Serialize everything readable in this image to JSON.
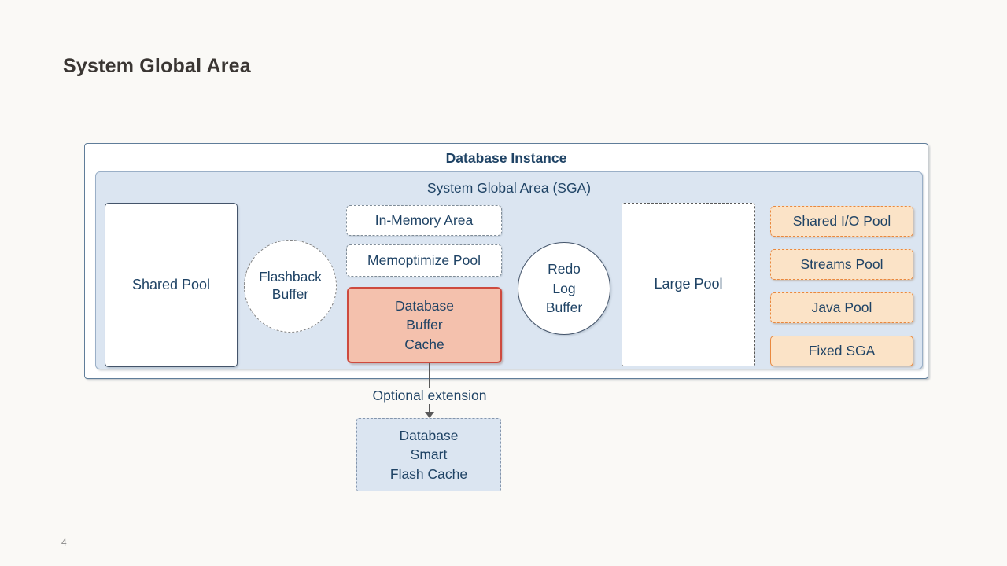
{
  "slide": {
    "title": "System Global Area",
    "page_number": "4",
    "background_color": "#FAF9F6"
  },
  "diagram": {
    "outer_label": "Database Instance",
    "sga_label": "System Global Area (SGA)",
    "nodes": {
      "shared_pool": {
        "label": "Shared Pool",
        "shape": "rect-solid"
      },
      "flashback_buffer": {
        "label": "Flashback\nBuffer",
        "shape": "circle-dashed"
      },
      "in_memory_area": {
        "label": "In-Memory Area",
        "shape": "rect-dashed"
      },
      "memoptimize_pool": {
        "label": "Memoptimize Pool",
        "shape": "rect-dashed"
      },
      "database_buffer_cache": {
        "label": "Database\nBuffer\nCache",
        "shape": "rect-solid",
        "fill": "#F4C1AD",
        "border": "#CE4A3E"
      },
      "redo_log_buffer": {
        "label": "Redo\nLog\nBuffer",
        "shape": "circle-solid"
      },
      "large_pool": {
        "label": "Large Pool",
        "shape": "rect-dashed"
      },
      "flash_cache": {
        "label": "Database\nSmart\nFlash Cache",
        "shape": "rect-dashed",
        "fill": "#DBE5F1"
      }
    },
    "side_pools": [
      {
        "label": "Shared I/O Pool",
        "border_style": "dashed"
      },
      {
        "label": "Streams Pool",
        "border_style": "dashed"
      },
      {
        "label": "Java Pool",
        "border_style": "dashed"
      },
      {
        "label": "Fixed SGA",
        "border_style": "solid"
      }
    ],
    "connector_label": "Optional extension",
    "colors": {
      "sga_fill": "#DBE5F1",
      "text_navy": "#1F4365",
      "orange_fill": "#FBE3C7",
      "orange_border": "#E9883E",
      "salmon_fill": "#F4C1AD",
      "salmon_border": "#CE4A3E",
      "outer_border": "#5F7D99",
      "connector": "#595959"
    }
  }
}
